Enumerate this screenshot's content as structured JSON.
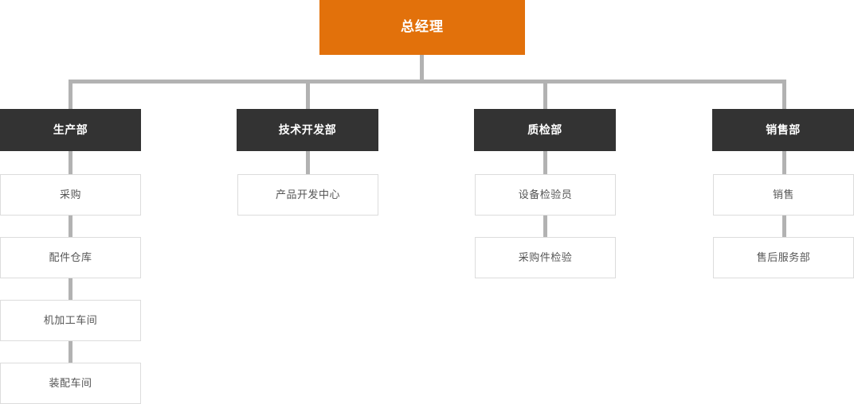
{
  "chart_data": {
    "type": "diagram",
    "diagram_kind": "organization-chart",
    "title": "",
    "orientation": "top-down",
    "colors": {
      "root_fill": "#e2710b",
      "root_text": "#ffffff",
      "department_fill": "#333333",
      "department_text": "#ffffff",
      "leaf_fill": "#ffffff",
      "leaf_text": "#555555",
      "leaf_border": "#dcdcdc",
      "connector": "#b2b2b2",
      "background": "#ffffff"
    },
    "root": {
      "label": "总经理",
      "level": 0
    },
    "branches": [
      {
        "label": "生产部",
        "level": 1,
        "children": [
          "采购",
          "配件仓库",
          "机加工车间",
          "装配车间"
        ]
      },
      {
        "label": "技术开发部",
        "level": 1,
        "children": [
          "产品开发中心"
        ]
      },
      {
        "label": "质检部",
        "level": 1,
        "children": [
          "设备检验员",
          "采购件检验"
        ]
      },
      {
        "label": "销售部",
        "level": 1,
        "children": [
          "销售",
          "售后服务部"
        ]
      }
    ]
  },
  "nodes": {
    "root": {
      "label": "总经理"
    },
    "dept_production": {
      "label": "生产部"
    },
    "dept_tech": {
      "label": "技术开发部"
    },
    "dept_quality": {
      "label": "质检部"
    },
    "dept_sales": {
      "label": "销售部"
    },
    "production_1": {
      "label": "采购"
    },
    "production_2": {
      "label": "配件仓库"
    },
    "production_3": {
      "label": "机加工车间"
    },
    "production_4": {
      "label": "装配车间"
    },
    "tech_1": {
      "label": "产品开发中心"
    },
    "quality_1": {
      "label": "设备检验员"
    },
    "quality_2": {
      "label": "采购件检验"
    },
    "sales_1": {
      "label": "销售"
    },
    "sales_2": {
      "label": "售后服务部"
    }
  }
}
